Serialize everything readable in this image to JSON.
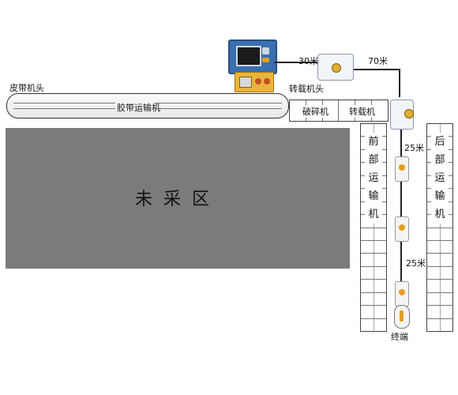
{
  "labels": {
    "belt_head": "皮带机头",
    "belt_conveyor": "胶带运输机",
    "mining_area": "未采区",
    "transfer_head": "转载机头",
    "crusher": "破碎机",
    "transfer": "转载机",
    "front_conveyor": [
      "前",
      "部",
      "运",
      "输",
      "机"
    ],
    "rear_conveyor": [
      "后",
      "部",
      "运",
      "输",
      "机"
    ],
    "dist_30": "30米",
    "dist_70": "70米",
    "dist_25a": "25米",
    "dist_25b": "25米",
    "terminal": "终端"
  }
}
